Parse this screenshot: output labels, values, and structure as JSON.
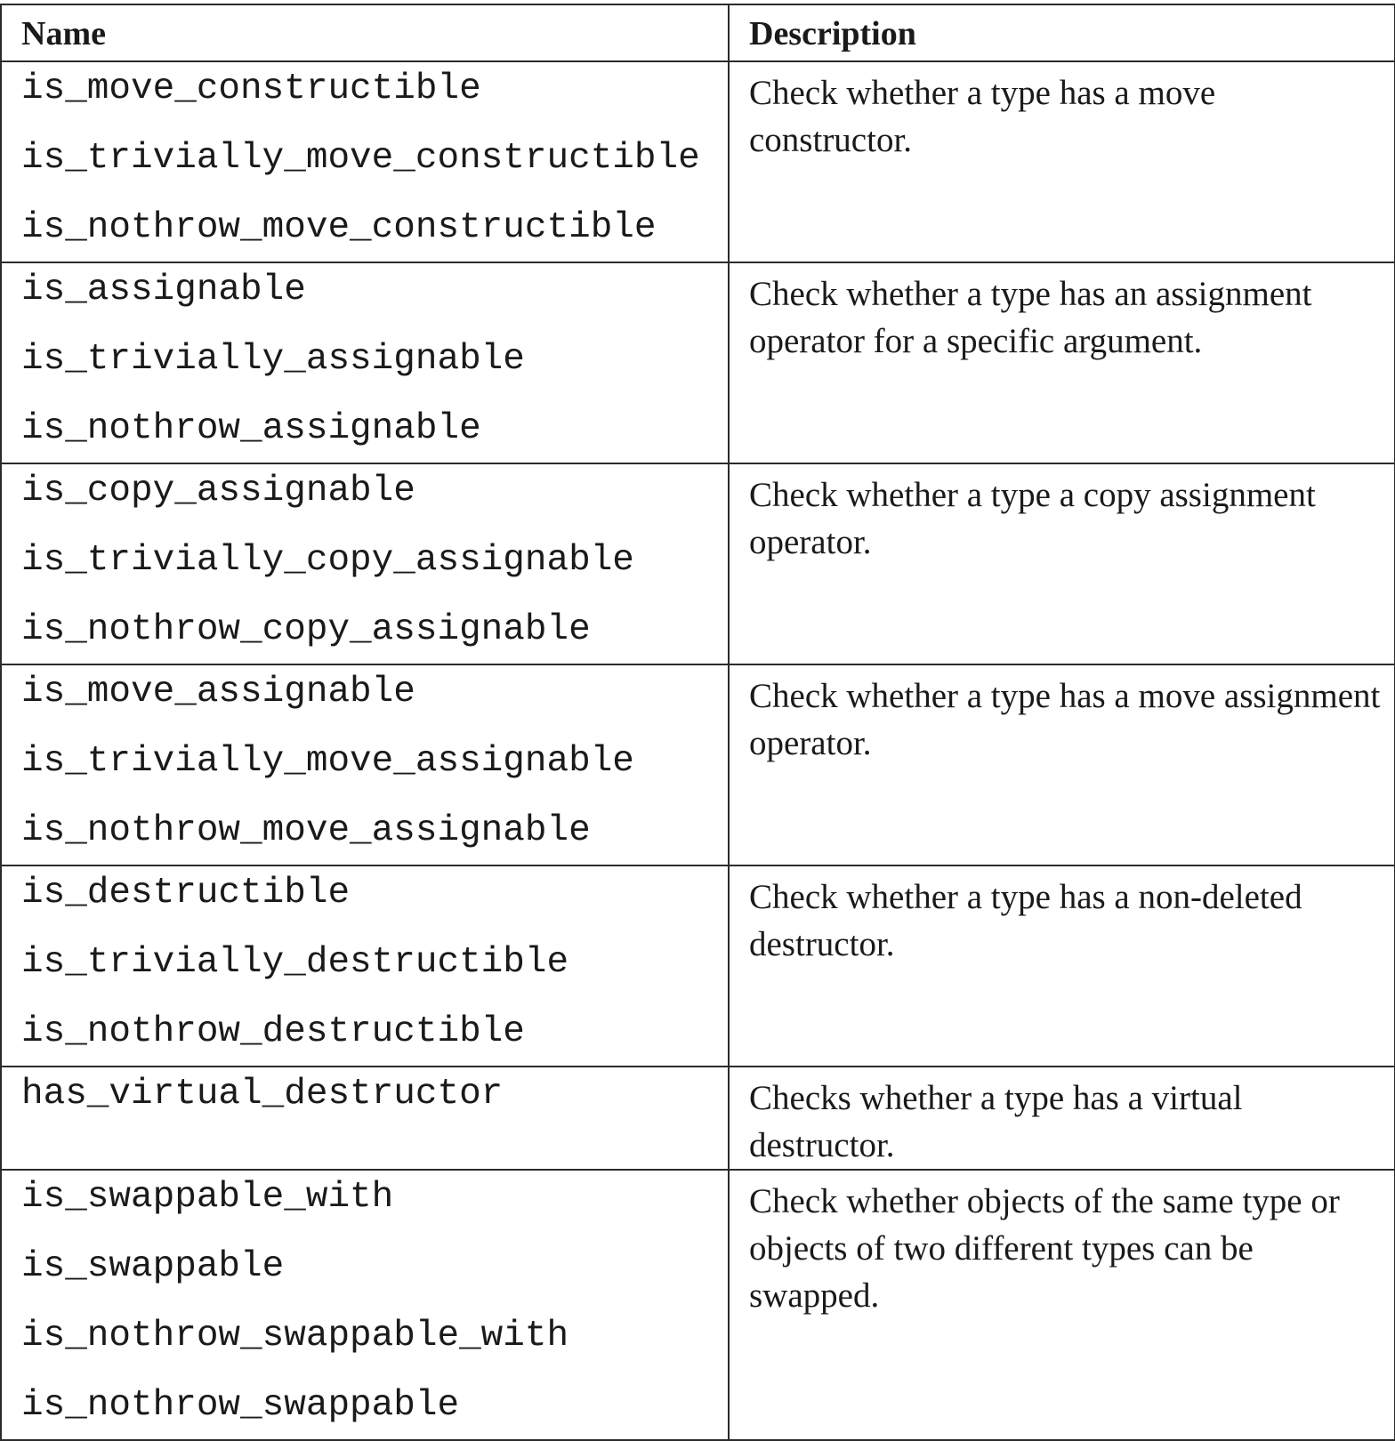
{
  "table": {
    "headers": {
      "name": "Name",
      "description": "Description"
    },
    "rows": [
      {
        "names": [
          "is_move_constructible",
          "is_trivially_move_constructible",
          "is_nothrow_move_constructible"
        ],
        "description": "Check whether a type has a move constructor."
      },
      {
        "names": [
          "is_assignable",
          "is_trivially_assignable",
          "is_nothrow_assignable"
        ],
        "description": "Check whether a type has an assignment operator for a specific argument."
      },
      {
        "names": [
          "is_copy_assignable",
          "is_trivially_copy_assignable",
          "is_nothrow_copy_assignable"
        ],
        "description": "Check whether a type a copy assignment operator."
      },
      {
        "names": [
          "is_move_assignable",
          "is_trivially_move_assignable",
          "is_nothrow_move_assignable"
        ],
        "description": "Check whether a type has a move assignment operator."
      },
      {
        "names": [
          "is_destructible",
          "is_trivially_destructible",
          "is_nothrow_destructible"
        ],
        "description": "Check whether a type has a non-deleted destructor."
      },
      {
        "names": [
          "has_virtual_destructor"
        ],
        "description": "Checks whether a type has a virtual destructor."
      },
      {
        "names": [
          "is_swappable_with",
          "is_swappable",
          "is_nothrow_swappable_with",
          "is_nothrow_swappable"
        ],
        "description": "Check whether objects of the same type or objects of two different types can be swapped."
      }
    ]
  }
}
